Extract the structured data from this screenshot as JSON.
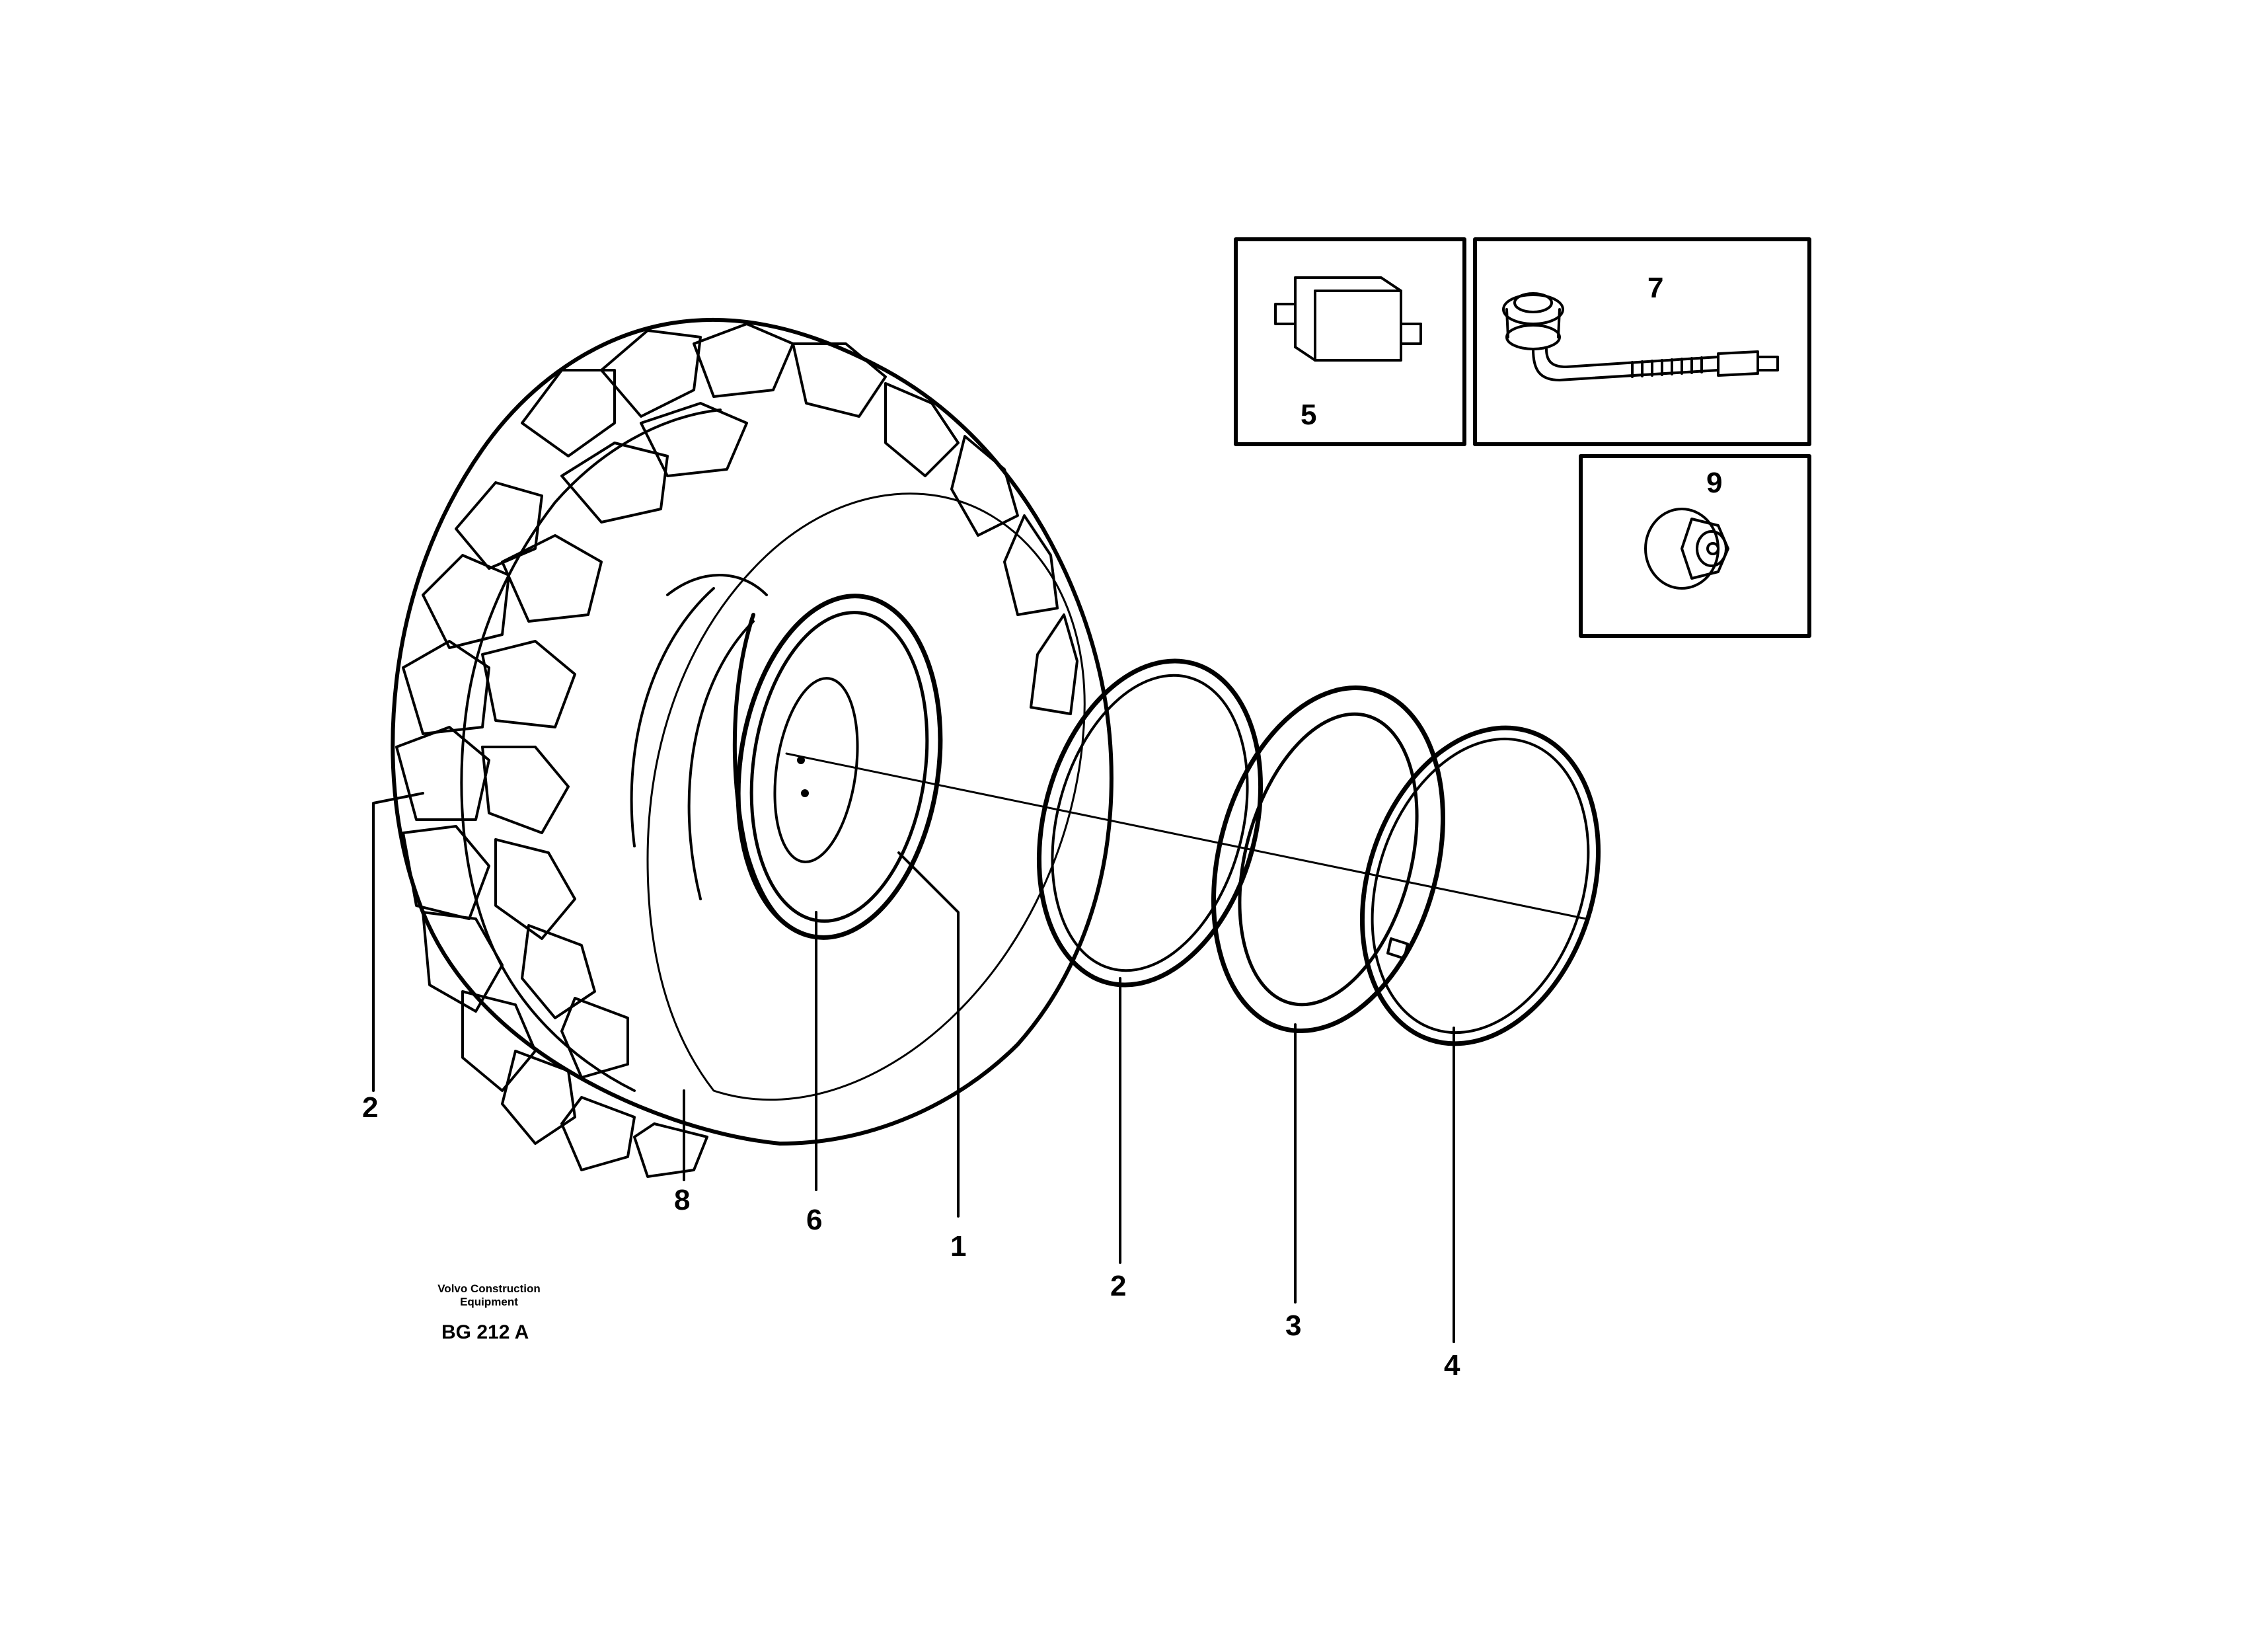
{
  "publisher": {
    "line1": "Volvo Construction",
    "line2": "Equipment"
  },
  "drawing_id": "BG 212 A",
  "callouts": {
    "tyre_left": "2",
    "tread": "8",
    "rim_seal": "6",
    "rim": "1",
    "ring_a": "2",
    "ring_b": "3",
    "ring_c": "4",
    "pad": "5",
    "valve": "7",
    "nut": "9"
  },
  "insets": [
    {
      "part": "5",
      "icon": "block-pad"
    },
    {
      "part": "7",
      "icon": "tyre-valve"
    },
    {
      "part": "9",
      "icon": "wheel-nut"
    }
  ]
}
